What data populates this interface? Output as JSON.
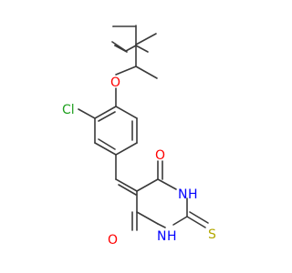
{
  "molecule": {
    "colors": {
      "bond": "#3a3a3a",
      "carbon": "#3a3a3a",
      "oxygen": "#ff0000",
      "nitrogen": "#0000ff",
      "sulfur": "#b3a800",
      "chlorine": "#1fa01f",
      "hydrogen_on_n": "#0000ff"
    },
    "labels": {
      "ether_oxygen": "O",
      "chlorine": "Cl",
      "carbonyl_oxygen_top": "O",
      "carbonyl_oxygen_bottom": "O",
      "nitrogen_top": "N",
      "nitrogen_top_h": "H",
      "nitrogen_bottom": "N",
      "nitrogen_bottom_h": "H",
      "thione_sulfur": "S"
    }
  }
}
